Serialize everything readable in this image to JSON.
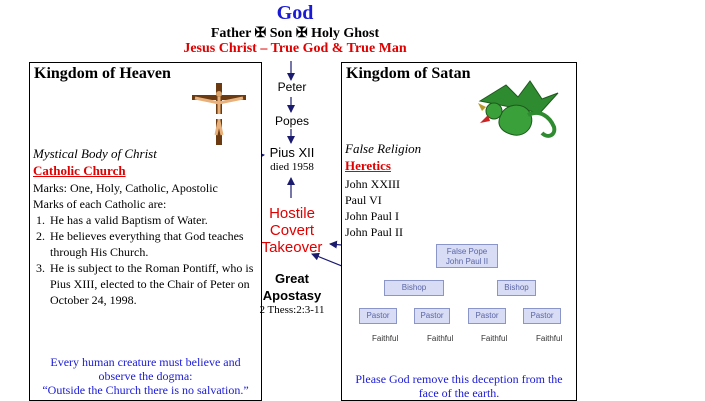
{
  "header": {
    "title": "God",
    "trinity": "Father ✠ Son ✠ Holy Ghost",
    "subtitle": "Jesus Christ – True God & True Man"
  },
  "heaven": {
    "title": "Kingdom of Heaven",
    "mystical": "Mystical Body of Christ",
    "church": "Catholic Church",
    "marks_line1": "Marks: One, Holy, Catholic, Apostolic",
    "marks_line2": "Marks of each Catholic are:",
    "marks": [
      "He has a valid Baptism of Water.",
      "He believes everything that God teaches through His Church.",
      "He is subject to the Roman Pontiff, who is Pius XIII, elected to the Chair of Peter on October 24, 1998."
    ],
    "footer_line1": "Every human creature must believe and",
    "footer_line2": "observe the dogma:",
    "footer_line3": "“Outside the Church there is no salvation.”"
  },
  "center": {
    "peter": "Peter",
    "popes": "Popes",
    "pius": "Pius XII",
    "died": "died 1958",
    "hostile1": "Hostile",
    "hostile2": "Covert",
    "hostile3": "Takeover",
    "apostasy1": "Great",
    "apostasy2": "Apostasy",
    "verse": "2 Thess:2:3-11"
  },
  "satan": {
    "title": "Kingdom of Satan",
    "false_religion": "False Religion",
    "heretics": "Heretics",
    "popes": [
      "John XXIII",
      "Paul VI",
      "John Paul I",
      "John Paul II"
    ],
    "footer_line1": "Please God remove this deception from the",
    "footer_line2": "face of the earth."
  },
  "org": {
    "top_line1": "False Pope",
    "top_line2": "John Paul II",
    "bishop": "Bishop",
    "pastor": "Pastor",
    "faithful": "Faithful"
  },
  "colors": {
    "blue": "#1a1ad6",
    "red": "#e00000",
    "org_fill": "#d8dcf5"
  }
}
